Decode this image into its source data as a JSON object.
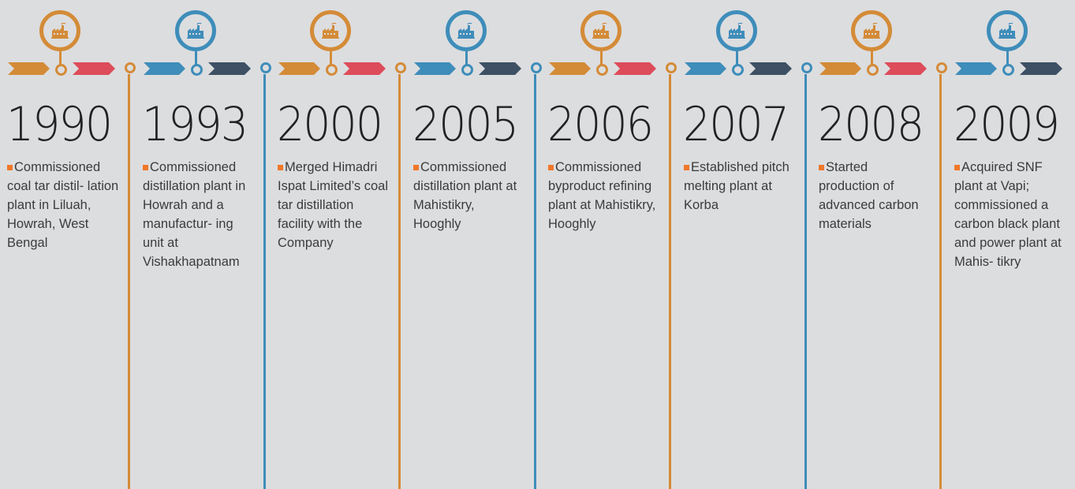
{
  "colors": {
    "orange": "#d48b37",
    "blue": "#3e8dba",
    "red": "#dd4c5a",
    "navy": "#3d5064",
    "bullet": "#f0782a",
    "background": "#dcdddf"
  },
  "icon": "factory-icon",
  "milestones": [
    {
      "year": "1990",
      "accent": "orange",
      "text": "Commissioned coal tar distil- lation plant in Liluah, Howrah, West Bengal"
    },
    {
      "year": "1993",
      "accent": "blue",
      "text": "Commissioned distillation plant in Howrah and a manufactur- ing unit at Vishakhapatnam"
    },
    {
      "year": "2000",
      "accent": "orange",
      "text": "Merged Himadri Ispat Limited’s coal tar distillation facility with the Company"
    },
    {
      "year": "2005",
      "accent": "blue",
      "text": "Commissioned distillation plant at Mahistikry, Hooghly"
    },
    {
      "year": "2006",
      "accent": "orange",
      "text": "Commissioned byproduct refining plant at Mahistikry, Hooghly"
    },
    {
      "year": "2007",
      "accent": "blue",
      "text": "Established pitch melting plant at Korba"
    },
    {
      "year": "2008",
      "accent": "orange",
      "text": "Started production of advanced carbon materials"
    },
    {
      "year": "2009",
      "accent": "blue",
      "text": "Acquired SNF plant at Vapi; commissioned a carbon black plant and power plant at Mahis- tikry"
    }
  ]
}
